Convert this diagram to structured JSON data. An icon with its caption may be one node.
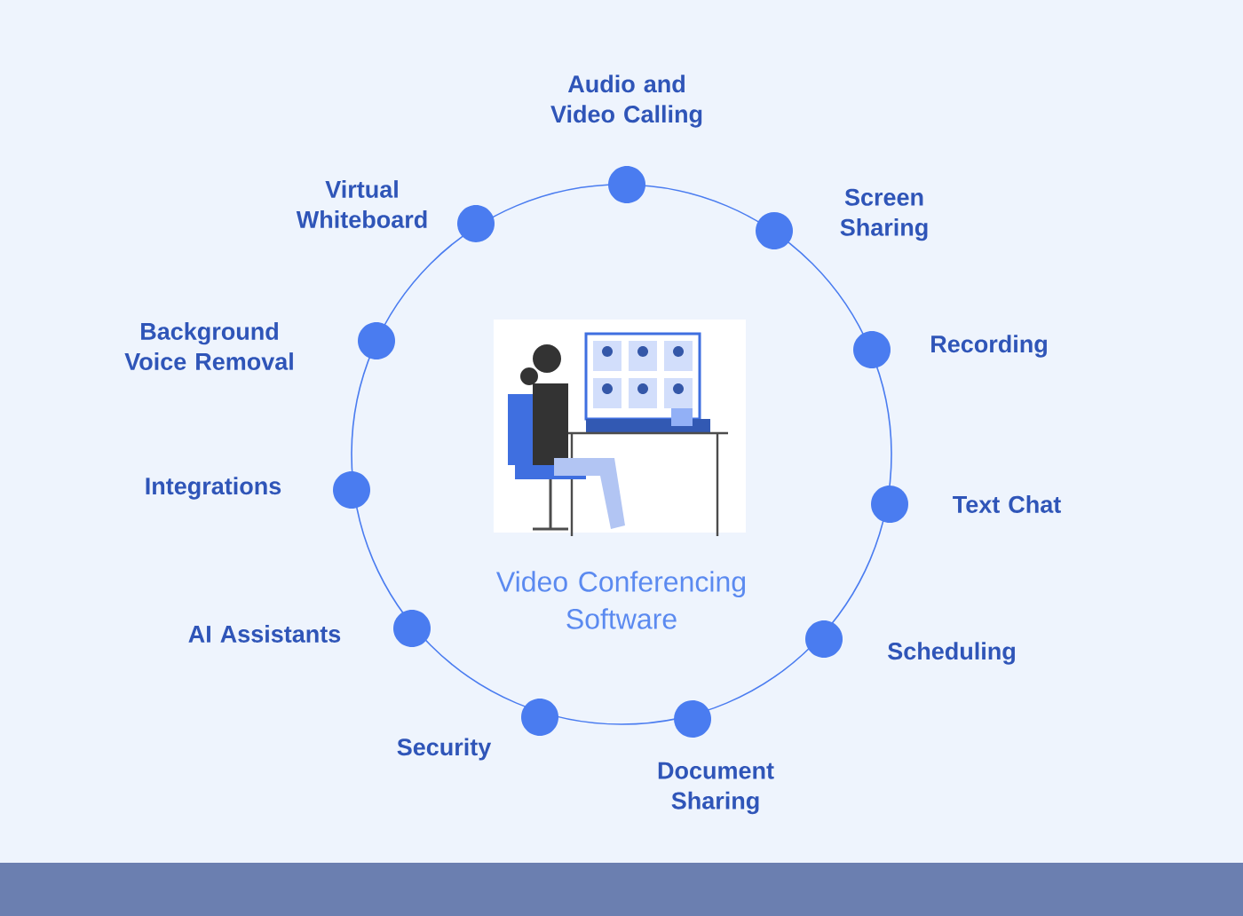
{
  "diagram": {
    "nodes": [
      {
        "text": [
          "Audio and Video Calling"
        ]
      },
      {
        "text": [
          "Screen Sharing"
        ]
      },
      {
        "text": [
          "Recording"
        ]
      },
      {
        "text": [
          "Text Chat"
        ]
      },
      {
        "text": [
          "Scheduling"
        ]
      },
      {
        "text": [
          "Document Sharing"
        ]
      },
      {
        "text": [
          "Security"
        ]
      },
      {
        "text": [
          "AI Assistants"
        ]
      },
      {
        "text": [
          "Integrations"
        ]
      },
      {
        "text": [
          "Background Voice Removal"
        ]
      },
      {
        "text": [
          "Virtual Whiteboard"
        ]
      },
      {
        "text": [
          "Video Conferencing Software"
        ]
      }
    ]
  }
}
